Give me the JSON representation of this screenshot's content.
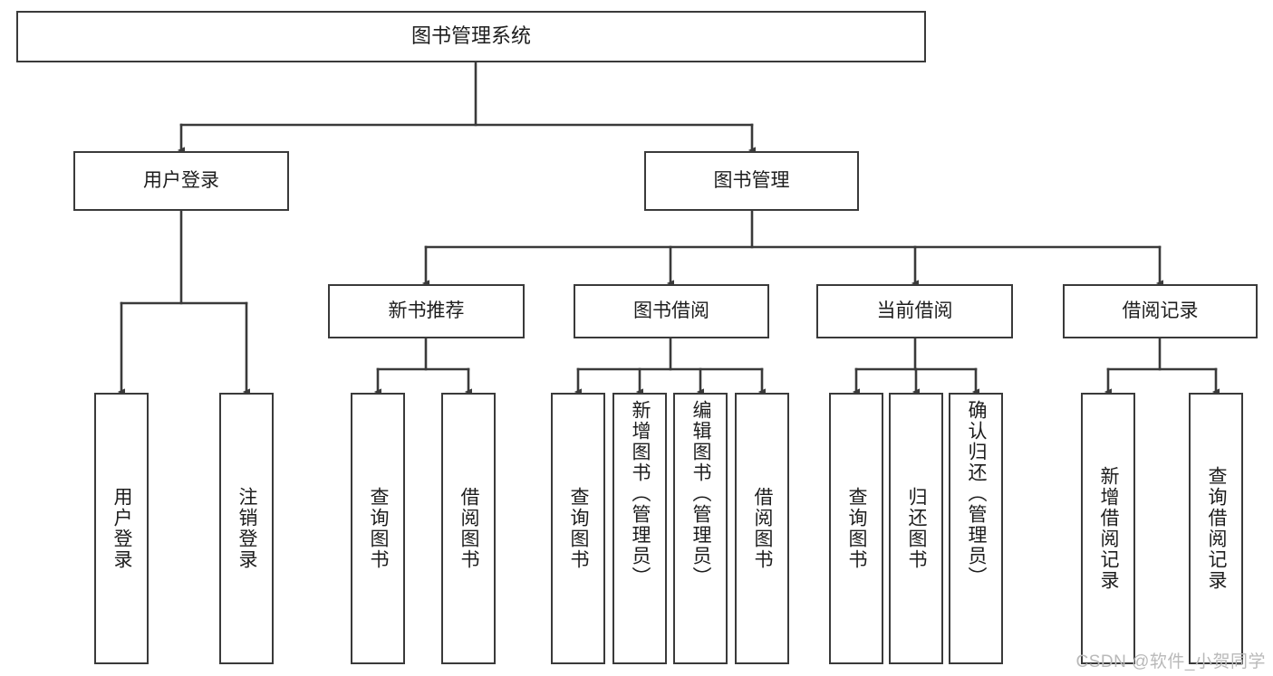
{
  "diagram": {
    "type": "tree-hierarchy",
    "title": "图书管理系统",
    "watermark": "CSDN @软件_小贺同学",
    "colors": {
      "stroke": "#3a3a3a",
      "fill": "#ffffff",
      "text": "#1d1d1d",
      "watermark": "#b9b9b9"
    },
    "nodes": {
      "root": {
        "label": "图书管理系统"
      },
      "level2": [
        {
          "id": "user-login",
          "label": "用户登录"
        },
        {
          "id": "book-manage",
          "label": "图书管理"
        }
      ],
      "level3": [
        {
          "id": "new-book-rec",
          "label": "新书推荐"
        },
        {
          "id": "book-borrow",
          "label": "图书借阅"
        },
        {
          "id": "current-borrow",
          "label": "当前借阅"
        },
        {
          "id": "borrow-record",
          "label": "借阅记录"
        }
      ],
      "leaves": {
        "user-login": [
          {
            "id": "leaf-user-login",
            "label": "用户登录"
          },
          {
            "id": "leaf-logout",
            "label": "注销登录"
          }
        ],
        "new-book-rec": [
          {
            "id": "leaf-query-book-1",
            "label": "查询图书"
          },
          {
            "id": "leaf-borrow-book-1",
            "label": "借阅图书"
          }
        ],
        "book-borrow": [
          {
            "id": "leaf-query-book-2",
            "label": "查询图书"
          },
          {
            "id": "leaf-add-book",
            "label": "新增图书（管理员）"
          },
          {
            "id": "leaf-edit-book",
            "label": "编辑图书（管理员）"
          },
          {
            "id": "leaf-borrow-book-2",
            "label": "借阅图书"
          }
        ],
        "current-borrow": [
          {
            "id": "leaf-query-book-3",
            "label": "查询图书"
          },
          {
            "id": "leaf-return-book",
            "label": "归还图书"
          },
          {
            "id": "leaf-confirm-return",
            "label": "确认归还（管理员）"
          }
        ],
        "borrow-record": [
          {
            "id": "leaf-add-record",
            "label": "新增借阅记录"
          },
          {
            "id": "leaf-query-record",
            "label": "查询借阅记录"
          }
        ]
      }
    }
  }
}
